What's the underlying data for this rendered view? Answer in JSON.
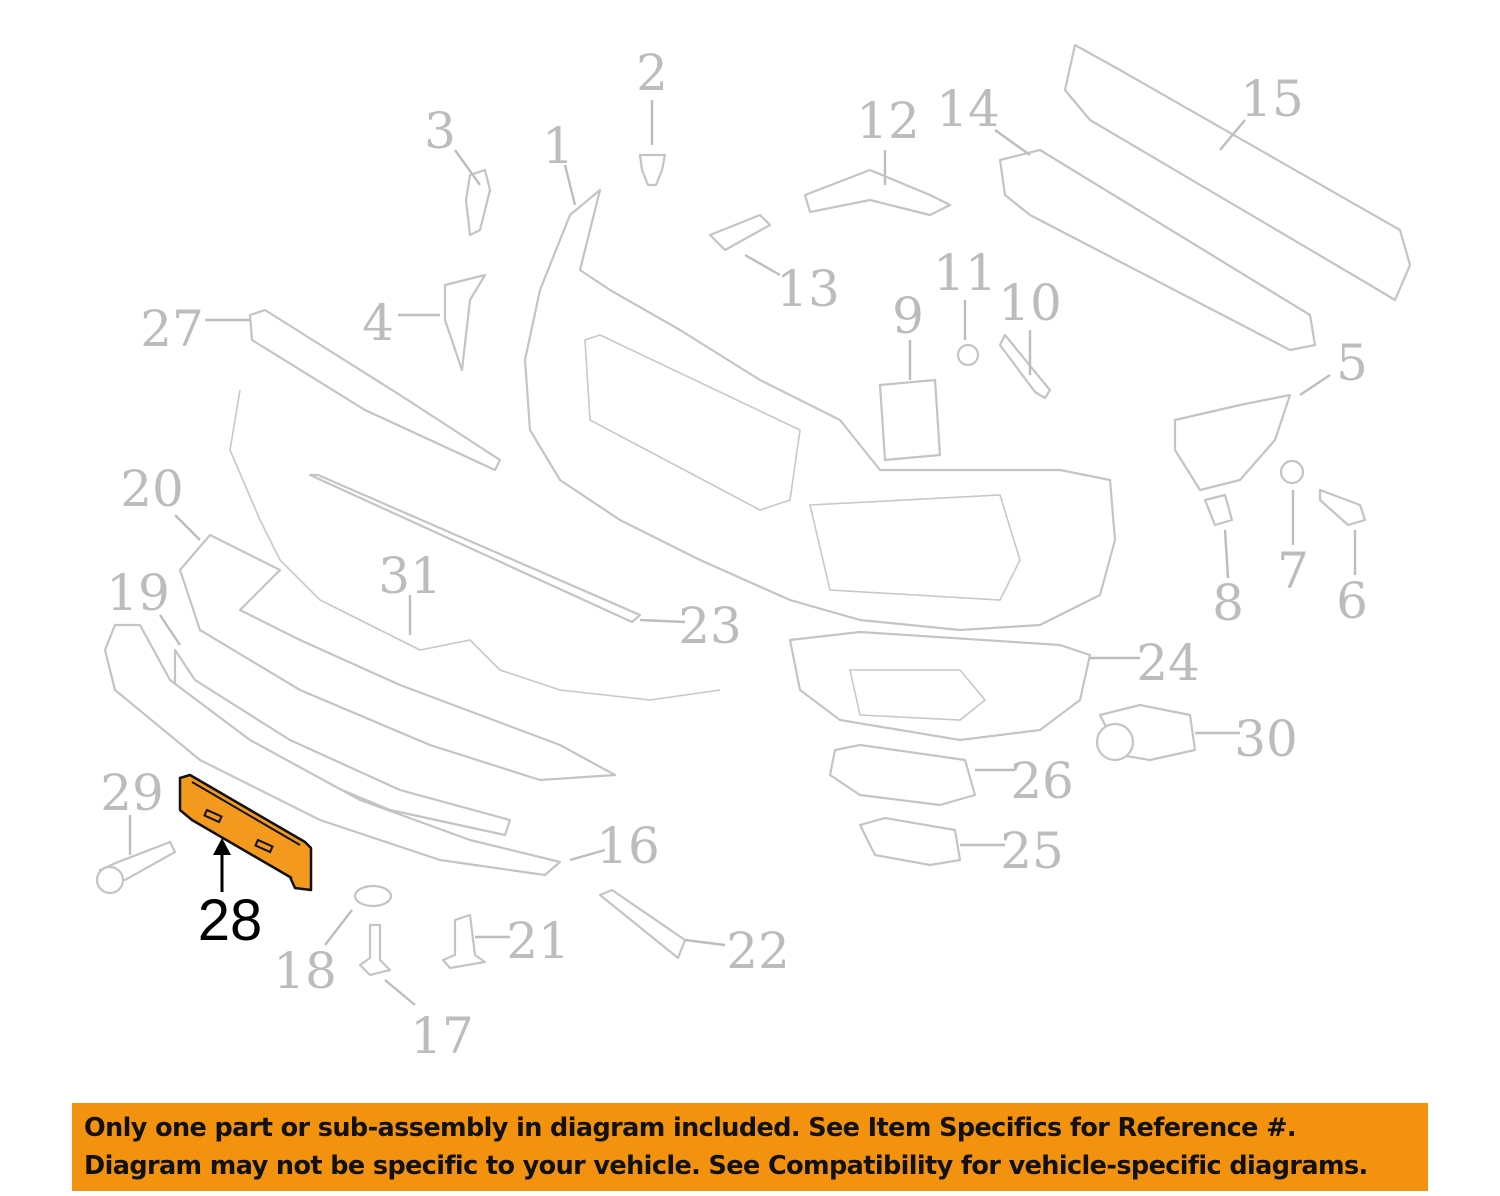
{
  "highlighted_part": {
    "number": "28",
    "color": "#f39a1e"
  },
  "labels": {
    "n1": "1",
    "n2": "2",
    "n3": "3",
    "n4": "4",
    "n5": "5",
    "n6": "6",
    "n7": "7",
    "n8": "8",
    "n9": "9",
    "n10": "10",
    "n11": "11",
    "n12": "12",
    "n13": "13",
    "n14": "14",
    "n15": "15",
    "n16": "16",
    "n17": "17",
    "n18": "18",
    "n19": "19",
    "n20": "20",
    "n21": "21",
    "n22": "22",
    "n23": "23",
    "n24": "24",
    "n25": "25",
    "n26": "26",
    "n27": "27",
    "n28": "28",
    "n29": "29",
    "n30": "30",
    "n31": "31"
  },
  "banner": {
    "line1": "Only one part or sub-assembly in diagram included. See Item Specifics for Reference #.",
    "line2": "Diagram may not be specific to your vehicle. See Compatibility for vehicle-specific diagrams.",
    "color": "#f3920e"
  }
}
